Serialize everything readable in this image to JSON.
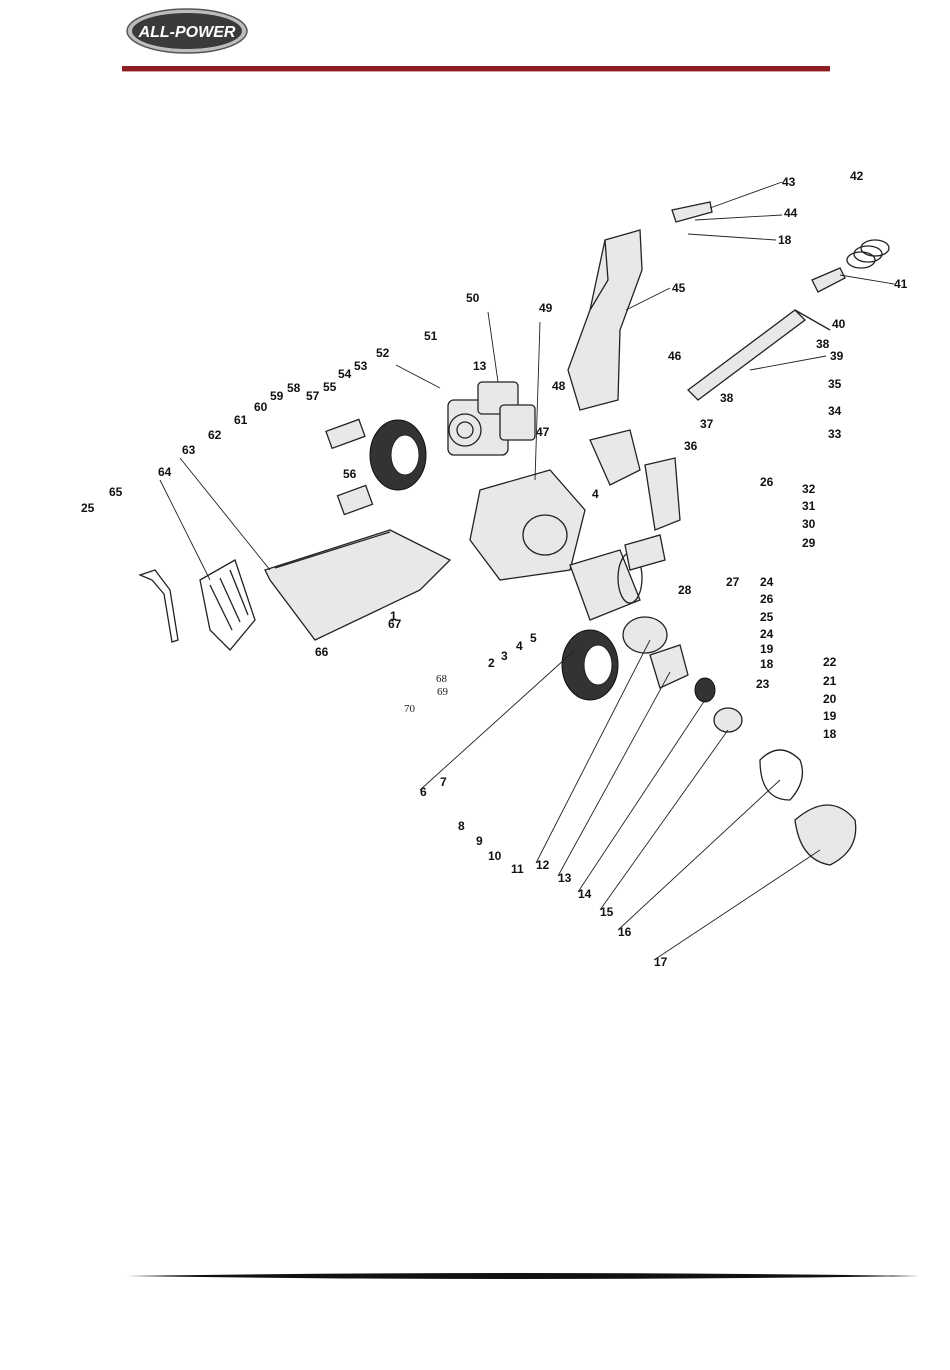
{
  "header": {
    "logo_text": "ALL-POWER"
  },
  "diagram": {
    "part_labels": [
      "1",
      "2",
      "3",
      "4",
      "4",
      "5",
      "6",
      "7",
      "8",
      "9",
      "10",
      "11",
      "12",
      "13",
      "13",
      "14",
      "15",
      "16",
      "17",
      "18",
      "18",
      "18",
      "18",
      "19",
      "19",
      "20",
      "21",
      "22",
      "23",
      "24",
      "24",
      "25",
      "25",
      "26",
      "26",
      "27",
      "28",
      "29",
      "30",
      "31",
      "32",
      "33",
      "34",
      "35",
      "36",
      "37",
      "38",
      "38",
      "39",
      "40",
      "41",
      "42",
      "43",
      "44",
      "45",
      "46",
      "47",
      "48",
      "49",
      "50",
      "51",
      "52",
      "53",
      "54",
      "55",
      "56",
      "57",
      "58",
      "59",
      "60",
      "61",
      "62",
      "63",
      "64",
      "65",
      "66",
      "67",
      "68",
      "69",
      "70"
    ]
  },
  "colors": {
    "header_rule": "#8b1f24",
    "footer_rule": "#111111",
    "logo_dark": "#333333"
  }
}
